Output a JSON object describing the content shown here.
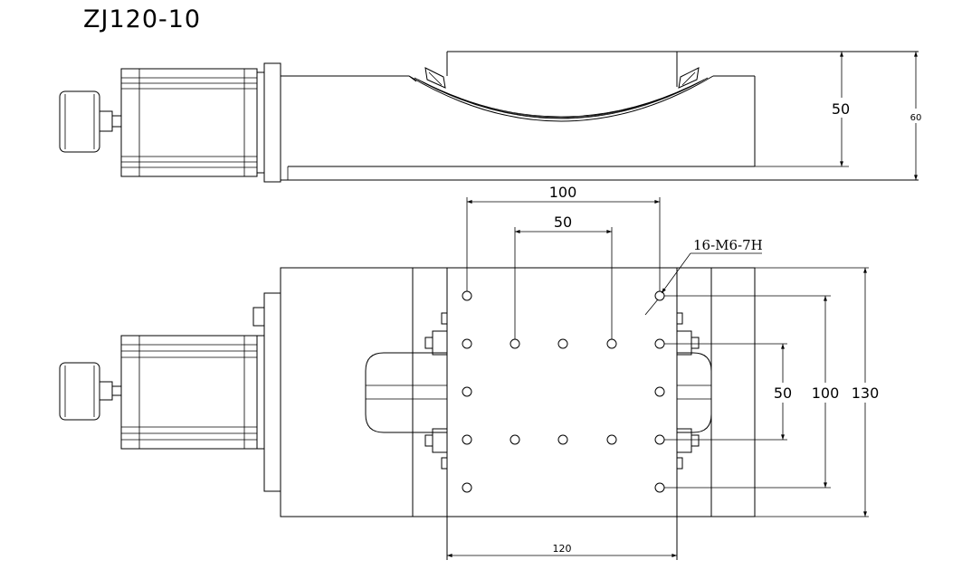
{
  "title": "ZJ120-10",
  "side_view": {
    "dim_height_inner": "50",
    "dim_height_outer": "60"
  },
  "top_view": {
    "dim_top_outer": "100",
    "dim_top_inner": "50",
    "thread_callout": "16-M6-7H",
    "dim_right_inner": "50",
    "dim_right_mid": "100",
    "dim_right_outer": "130",
    "dim_bottom": "120"
  }
}
